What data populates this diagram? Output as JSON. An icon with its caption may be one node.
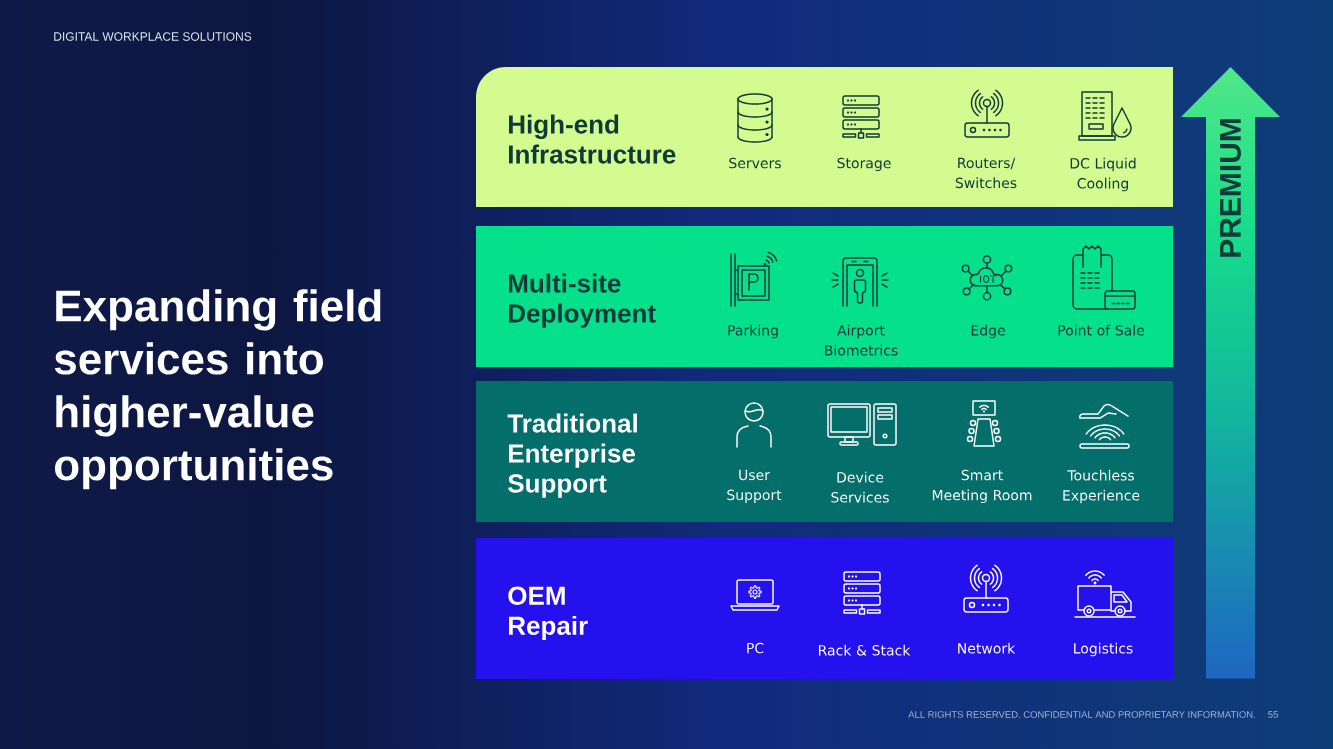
{
  "diagram": {
    "title": "Expanding field services into higher-value opportunities",
    "nodes": [
      {
        "text": [
          "High-end Infrastructure",
          "Servers",
          "Storage",
          "Routers/ Switches",
          "DC Liquid Cooling"
        ]
      },
      {
        "text": [
          "Multi-site Deployment",
          "Parking",
          "Airport Biometrics",
          "Edge",
          "Point of Sale"
        ]
      },
      {
        "text": [
          "Traditional Enterprise Support",
          "User Support",
          "Device Services",
          "Smart Meeting Room",
          "Touchless Experience"
        ]
      },
      {
        "text": [
          "OEM Repair",
          "PC",
          "Rack & Stack",
          "Network",
          "Logistics"
        ]
      },
      {
        "text": [
          "PREMIUM"
        ]
      }
    ],
    "labels": [
      "DIGITAL WORKPLACE SOLUTIONS",
      "ALL RIGHTS RESERVED. CONFIDENTIAL AND PROPRIETARY INFORMATION.",
      "55"
    ]
  }
}
